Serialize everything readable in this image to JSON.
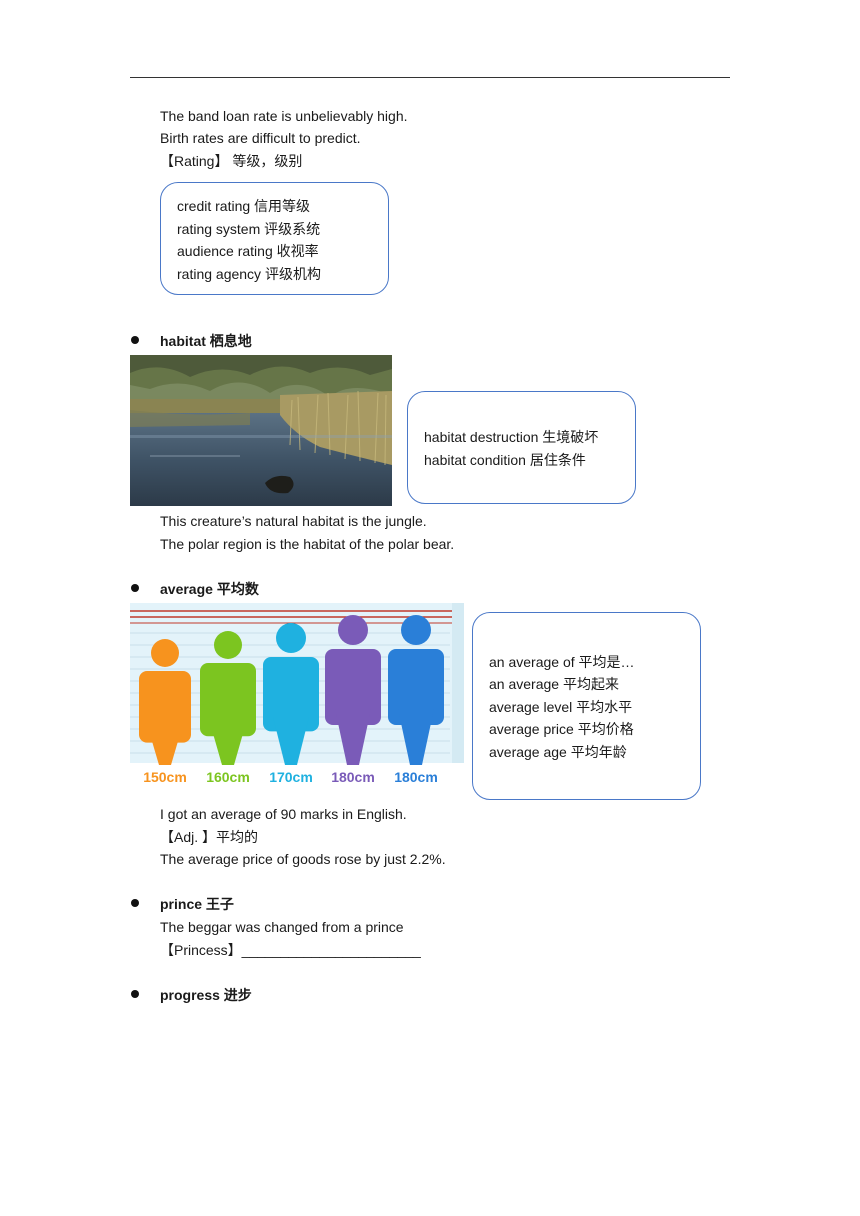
{
  "sentences_top": [
    "The band loan rate is unbelievably high.",
    "Birth rates are difficult to predict."
  ],
  "rating_heading": "【Rating】 等级，级别",
  "rating_box": [
    "credit rating 信用等级",
    "rating system 评级系统",
    "audience rating 收视率",
    "rating agency  评级机构"
  ],
  "habitat": {
    "term": "habitat 栖息地",
    "box": [
      "habitat destruction 生境破坏",
      "habitat condition 居住条件"
    ],
    "sentences": [
      "This creature’s natural habitat is the jungle.",
      "The polar region is the habitat of the polar bear."
    ]
  },
  "average": {
    "term": "average 平均数",
    "figures": [
      {
        "height_label": "150cm",
        "color": "#f7931e"
      },
      {
        "height_label": "160cm",
        "color": "#7cc520"
      },
      {
        "height_label": "170cm",
        "color": "#1fb1e0"
      },
      {
        "height_label": "180cm",
        "color": "#7a5bb8"
      },
      {
        "height_label": "180cm",
        "color": "#2a7fd8"
      }
    ],
    "box": [
      "an average of 平均是…",
      "an average 平均起来",
      "average level 平均水平",
      "average price 平均价格",
      "average age 平均年龄"
    ],
    "sentence1": "I got an average of 90 marks in English.",
    "adj": "【Adj. 】平均的",
    "sentence2": "The average price of goods rose by just 2.2%."
  },
  "prince": {
    "term": "prince 王子",
    "sentence": "The beggar was changed from a prince",
    "princess": "【Princess】_______________________"
  },
  "progress": {
    "term": "progress 进步"
  }
}
